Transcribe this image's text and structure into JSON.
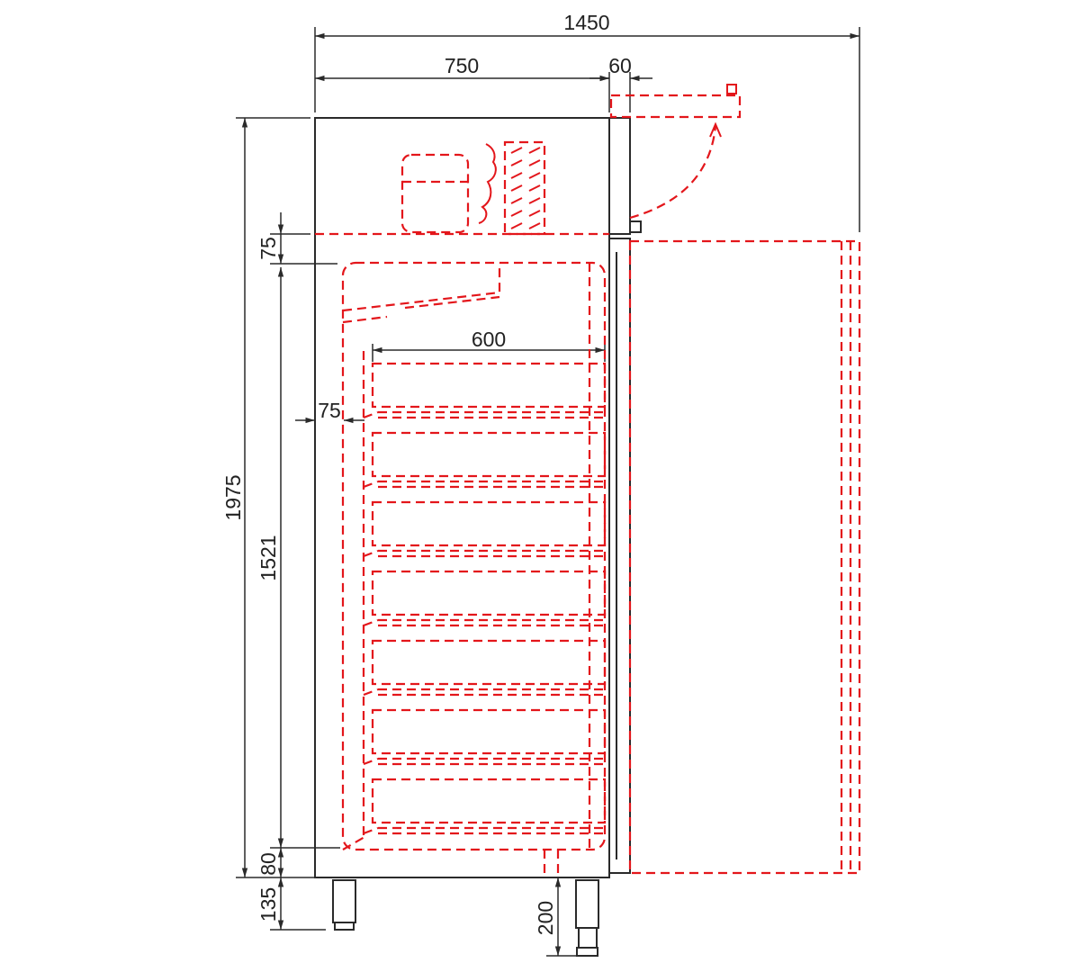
{
  "drawing": {
    "title": "Refrigerated cabinet side elevation",
    "colors": {
      "outline": "#2a2a2a",
      "hidden_lines": "#e3161b"
    },
    "dimensions": {
      "overall_depth_door_open": "1450",
      "body_depth": "750",
      "door_thickness": "60",
      "overall_height": "1975",
      "top_clearance": "75",
      "interior_height": "1521",
      "bottom_clearance": "80",
      "leg_height": "135",
      "leg_height_max": "200",
      "side_clearance": "75",
      "shelf_width": "600"
    },
    "shelf_count": 7
  }
}
